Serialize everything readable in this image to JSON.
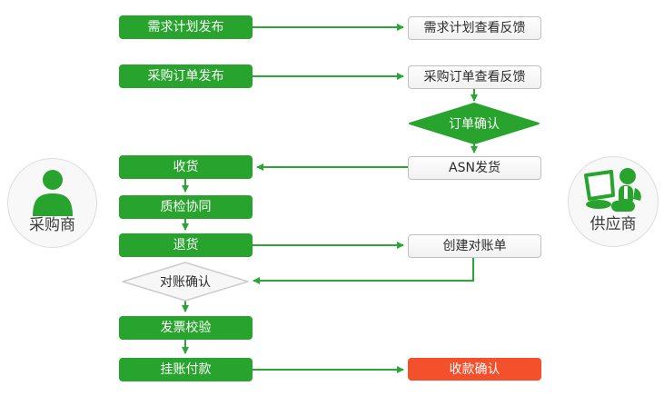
{
  "actors": {
    "buyer": {
      "label": "采购商",
      "icon": "person-icon"
    },
    "supplier": {
      "label": "供应商",
      "icon": "person-laptop-icon"
    }
  },
  "nodes": {
    "demand_plan_publish": {
      "label": "需求计划发布",
      "type": "process",
      "color": "green"
    },
    "demand_plan_feedback": {
      "label": "需求计划查看反馈",
      "type": "process",
      "color": "plain"
    },
    "po_publish": {
      "label": "采购订单发布",
      "type": "process",
      "color": "green"
    },
    "po_feedback": {
      "label": "采购订单查看反馈",
      "type": "process",
      "color": "plain"
    },
    "order_confirm": {
      "label": "订单确认",
      "type": "decision",
      "color": "green"
    },
    "asn_ship": {
      "label": "ASN发货",
      "type": "process",
      "color": "plain"
    },
    "receive": {
      "label": "收货",
      "type": "process",
      "color": "green"
    },
    "quality_check": {
      "label": "质检协同",
      "type": "process",
      "color": "green"
    },
    "return_goods": {
      "label": "退货",
      "type": "process",
      "color": "green"
    },
    "create_statement": {
      "label": "创建对账单",
      "type": "process",
      "color": "plain"
    },
    "statement_confirm": {
      "label": "对账确认",
      "type": "decision",
      "color": "plain"
    },
    "invoice_check": {
      "label": "发票校验",
      "type": "process",
      "color": "green"
    },
    "payment": {
      "label": "挂账付款",
      "type": "process",
      "color": "green"
    },
    "receipt_confirm": {
      "label": "收款确认",
      "type": "process",
      "color": "red"
    }
  },
  "edges": [
    {
      "from": "需求计划发布",
      "to": "需求计划查看反馈"
    },
    {
      "from": "采购订单发布",
      "to": "采购订单查看反馈"
    },
    {
      "from": "采购订单查看反馈",
      "to": "订单确认"
    },
    {
      "from": "订单确认",
      "to": "ASN发货"
    },
    {
      "from": "ASN发货",
      "to": "收货"
    },
    {
      "from": "收货",
      "to": "质检协同"
    },
    {
      "from": "质检协同",
      "to": "退货"
    },
    {
      "from": "退货",
      "to": "创建对账单"
    },
    {
      "from": "创建对账单",
      "to": "对账确认"
    },
    {
      "from": "对账确认",
      "to": "发票校验"
    },
    {
      "from": "发票校验",
      "to": "挂账付款"
    },
    {
      "from": "挂账付款",
      "to": "收款确认"
    }
  ],
  "colors": {
    "process_green": "#28a42e",
    "highlight_red": "#f4502c",
    "connector_green": "#2ba636",
    "plain_box_border": "#c0c0c0",
    "plain_diamond_bg": "#f7f7f7",
    "text_dark": "#2b2b2b"
  }
}
